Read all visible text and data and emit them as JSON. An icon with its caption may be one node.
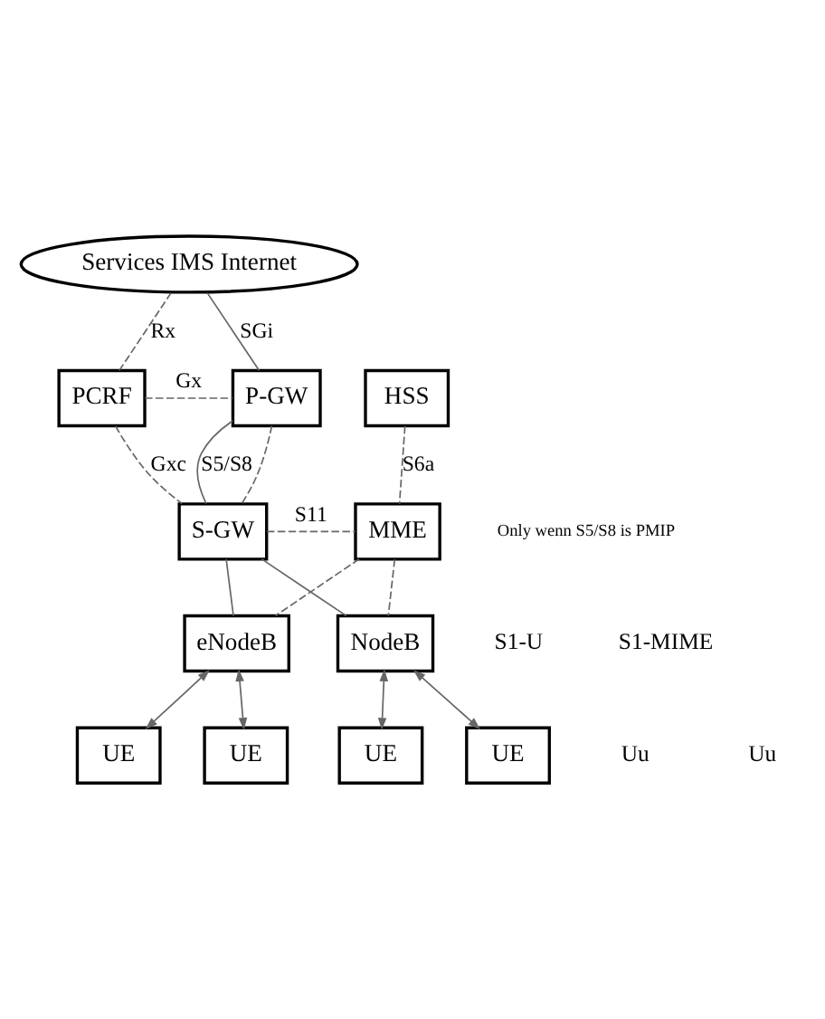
{
  "diagram": {
    "nodes": [
      {
        "text": [
          "Services IMS Internet"
        ]
      },
      {
        "text": [
          "PCRF"
        ]
      },
      {
        "text": [
          "P-GW"
        ]
      },
      {
        "text": [
          "HSS"
        ]
      },
      {
        "text": [
          "S-GW"
        ]
      },
      {
        "text": [
          "MME"
        ]
      },
      {
        "text": [
          "eNodeB"
        ]
      },
      {
        "text": [
          "NodeB"
        ]
      },
      {
        "text": [
          "UE"
        ]
      },
      {
        "text": [
          "UE"
        ]
      },
      {
        "text": [
          "UE"
        ]
      },
      {
        "text": [
          "UE"
        ]
      }
    ],
    "edges": [
      {
        "from": 0,
        "to": 1,
        "arrow": "none",
        "label": "Rx",
        "style": "dashed"
      },
      {
        "from": 0,
        "to": 2,
        "arrow": "none",
        "label": "SGi"
      },
      {
        "from": 1,
        "to": 2,
        "arrow": "none",
        "label": "Gx",
        "style": "dashed"
      },
      {
        "from": 2,
        "to": 4,
        "arrow": "none",
        "label": "S5/S8"
      },
      {
        "from": 2,
        "to": 4,
        "arrow": "none",
        "style": "dashed"
      },
      {
        "from": 1,
        "to": 4,
        "arrow": "none",
        "label": "Gxc",
        "style": "dashed"
      },
      {
        "from": 3,
        "to": 5,
        "arrow": "none",
        "label": "S6a",
        "style": "dashed"
      },
      {
        "from": 4,
        "to": 5,
        "arrow": "none",
        "label": "S11",
        "style": "dashed"
      },
      {
        "from": 4,
        "to": 6,
        "arrow": "none"
      },
      {
        "from": 4,
        "to": 7,
        "arrow": "none"
      },
      {
        "from": 5,
        "to": 6,
        "arrow": "none",
        "style": "dashed"
      },
      {
        "from": 5,
        "to": 7,
        "arrow": "none",
        "style": "dashed"
      },
      {
        "from": 6,
        "to": 8,
        "arrow": "both"
      },
      {
        "from": 6,
        "to": 9,
        "arrow": "both"
      },
      {
        "from": 7,
        "to": 10,
        "arrow": "both"
      },
      {
        "from": 7,
        "to": 11,
        "arrow": "both"
      }
    ],
    "labels": [
      "Only wenn S5/S8 is PMIP",
      "S1-U",
      "S1-MIME",
      "Uu",
      "Uu"
    ]
  }
}
